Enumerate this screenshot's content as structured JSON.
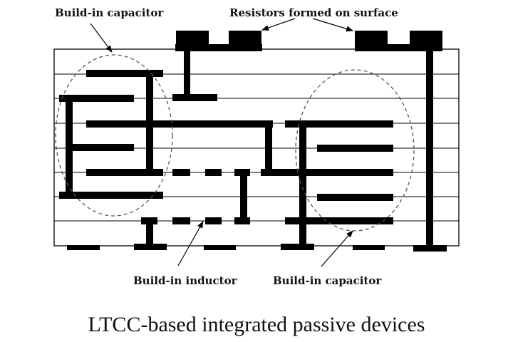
{
  "diagram": {
    "title": "LTCC-based integrated passive devices",
    "labels": {
      "capacitor_left": "Build-in capacitor",
      "resistors": "Resistors formed on surface",
      "inductor": "Build-in inductor",
      "capacitor_right": "Build-in capacitor"
    },
    "layers": 8,
    "colors": {
      "metal": "#000000",
      "layer_line": "#000000",
      "outline_dashed": "#555555",
      "text": "#111111",
      "background": "#ffffff"
    }
  }
}
